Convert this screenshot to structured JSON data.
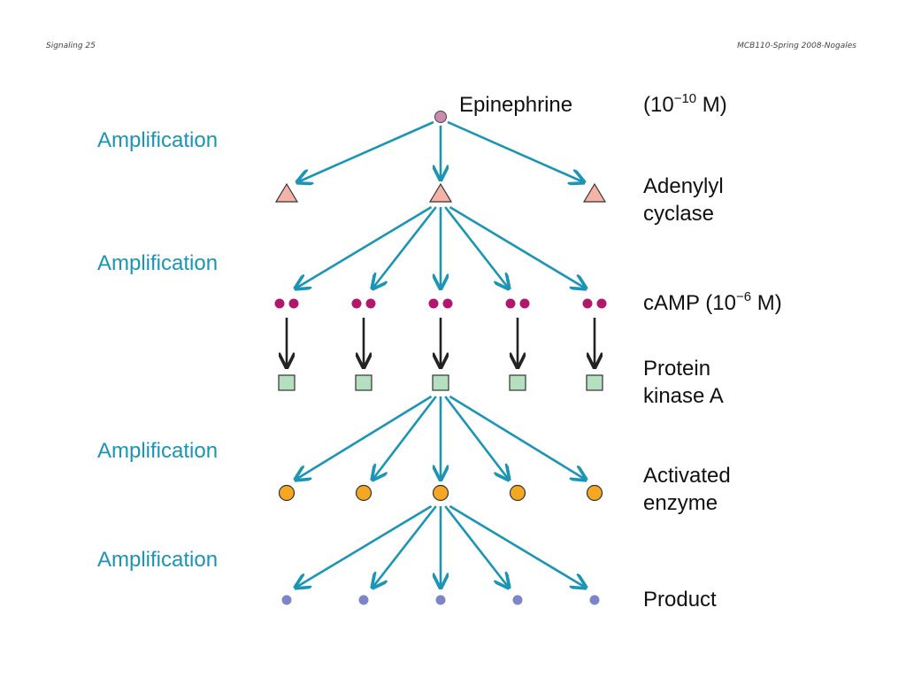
{
  "header": {
    "slide_label": "Signaling 25",
    "course_label": "MCB110-Spring 2008-Nogales"
  },
  "amplification_label": "Amplification",
  "levels": {
    "epinephrine": {
      "name": "Epinephrine",
      "conc_prefix": "(10",
      "conc_exp": "−10",
      "conc_suffix": " M)",
      "count": 1,
      "color": "#c88cb0"
    },
    "adenylyl_cyclase": {
      "line1": "Adenylyl",
      "line2": "cyclase",
      "count": 3,
      "color": "#f5b3a8"
    },
    "camp": {
      "prefix": "cAMP (10",
      "exp": "−6",
      "suffix": " M)",
      "count": 5,
      "color": "#b0186e"
    },
    "pka": {
      "line1": "Protein",
      "line2": "kinase A",
      "count": 5,
      "color": "#b5e0c0"
    },
    "activated_enzyme": {
      "line1": "Activated",
      "line2": "enzyme",
      "count": 5,
      "color": "#f5a623"
    },
    "product": {
      "name": "Product",
      "count": 5,
      "color": "#7b85cc"
    }
  },
  "colors": {
    "amplification_arrow": "#1a95b5",
    "activation_arrow": "#222222"
  }
}
